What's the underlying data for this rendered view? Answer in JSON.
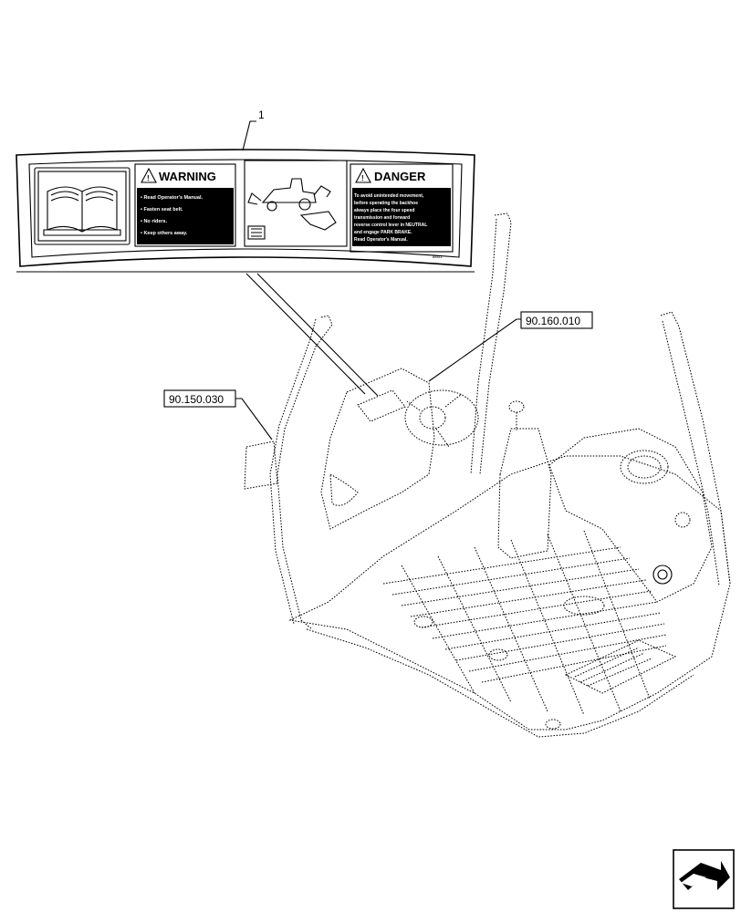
{
  "callouts": {
    "item_number": "1",
    "ref_top": "90.160.010",
    "ref_left": "90.150.030"
  },
  "decal": {
    "warning_title": "WARNING",
    "warning_lines": [
      "• Read Operator's Manual.",
      "• Fasten seat belt.",
      "• No riders.",
      "• Keep others away."
    ],
    "danger_title": "DANGER",
    "danger_lines": [
      "To avoid unintended movement,",
      "before operating the backhoe",
      "always place the four speed",
      "transmission and forward",
      "reverse control lever in NEUTRAL",
      "and engage PARK BRAKE.",
      "Read Operator's Manual."
    ],
    "part_code": "88811"
  },
  "icons": {
    "nav": "arrow-navigation-icon",
    "book": "book-icon",
    "backhoe": "backhoe-icon",
    "warning": "warning-triangle-icon"
  }
}
